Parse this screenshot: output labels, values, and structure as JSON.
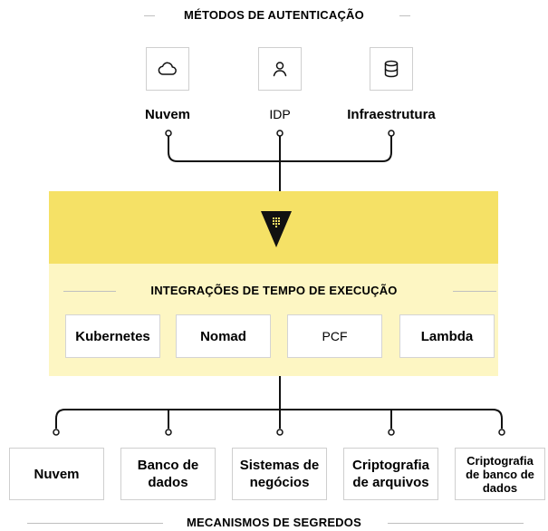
{
  "colors": {
    "vault_yellow": "#f5e166",
    "integration_band": "#fdf6c3",
    "line": "#111111",
    "border": "#cfcfcf"
  },
  "auth": {
    "title": "MÉTODOS DE AUTENTICAÇÃO",
    "methods": [
      {
        "label": "Nuvem",
        "icon": "cloud-icon"
      },
      {
        "label": "IDP",
        "icon": "user-icon"
      },
      {
        "label": "Infraestrutura",
        "icon": "database-icon"
      }
    ]
  },
  "vault": {
    "icon": "vault-logo"
  },
  "integrations": {
    "title": "INTEGRAÇÕES DE TEMPO DE EXECUÇÃO",
    "items": [
      "Kubernetes",
      "Nomad",
      "PCF",
      "Lambda"
    ]
  },
  "secrets": {
    "title": "MECANISMOS DE SEGREDOS",
    "items": [
      "Nuvem",
      "Banco de\ndados",
      "Sistemas de\nnegócios",
      "Criptografia\nde arquivos",
      "Criptografia\nde banco de\ndados"
    ]
  }
}
